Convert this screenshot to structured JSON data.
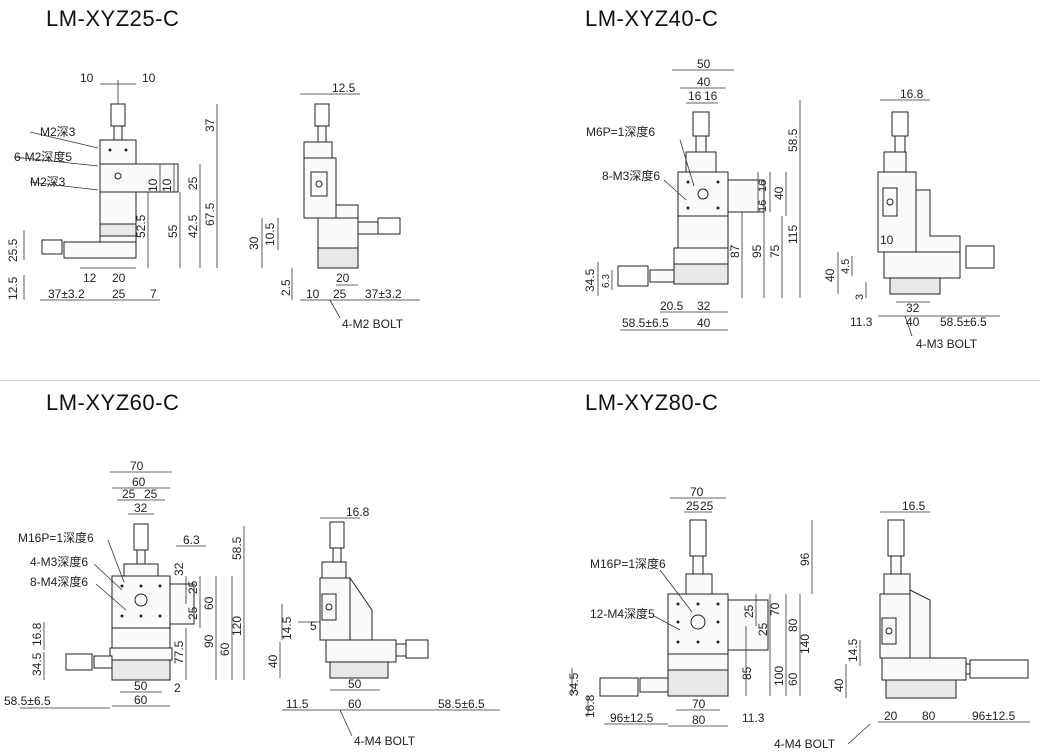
{
  "titles": {
    "tl": "LM-XYZ25-C",
    "tr": "LM-XYZ40-C",
    "bl": "LM-XYZ60-C",
    "br": "LM-XYZ80-C"
  },
  "xyz25": {
    "front": {
      "top": [
        "10",
        "10"
      ],
      "right": [
        "37",
        "10",
        "10",
        "25",
        "52.5",
        "55",
        "42.5",
        "67.5"
      ],
      "left": [
        "25.5",
        "12.5"
      ],
      "bottom": [
        "12",
        "20",
        "37±3.2",
        "25",
        "7"
      ],
      "notes": [
        "M2深3",
        "6-M2深度5",
        "M2深3"
      ]
    },
    "side": {
      "top": "12.5",
      "left": [
        "30",
        "10.5",
        "2.5"
      ],
      "bottom": [
        "20",
        "10",
        "25",
        "37±3.2"
      ],
      "bolt": "4-M2 BOLT"
    }
  },
  "xyz40": {
    "front": {
      "top": [
        "50",
        "40",
        "16",
        "16"
      ],
      "right": [
        "58.5",
        "16",
        "16",
        "40",
        "87",
        "95",
        "75",
        "115"
      ],
      "left": [
        "34.5",
        "6.3"
      ],
      "bottom": [
        "20.5",
        "32",
        "58.5±6.5",
        "40"
      ],
      "notes": [
        "M6P=1深度6",
        "8-M3深度6"
      ]
    },
    "side": {
      "top": "16.8",
      "left": [
        "40",
        "4.5",
        "3"
      ],
      "mid": "10",
      "bottom": [
        "32",
        "11.3",
        "40",
        "58.5±6.5"
      ],
      "bolt": "4-M3 BOLT"
    }
  },
  "xyz60": {
    "front": {
      "top": [
        "70",
        "60",
        "25",
        "25",
        "32"
      ],
      "right": [
        "6.3",
        "58.5",
        "32",
        "25",
        "25",
        "60",
        "120",
        "90",
        "60",
        "77.5"
      ],
      "left": [
        "16.8",
        "34.5"
      ],
      "bottom": [
        "58.5±6.5",
        "50",
        "60",
        "2"
      ],
      "notes": [
        "M16P=1深度6",
        "4-M3深度6",
        "8-M4深度6"
      ]
    },
    "side": {
      "top": "16.8",
      "left": [
        "14.5",
        "5",
        "40"
      ],
      "bottom": [
        "50",
        "11.5",
        "60",
        "58.5±6.5"
      ],
      "bolt": "4-M4 BOLT"
    }
  },
  "xyz80": {
    "front": {
      "top": [
        "70",
        "25",
        "25"
      ],
      "right": [
        "96",
        "25",
        "25",
        "70",
        "80",
        "140",
        "100",
        "60",
        "85"
      ],
      "left": [
        "34.5",
        "16.8"
      ],
      "bottom": [
        "96±12.5",
        "70",
        "80",
        "11.3"
      ],
      "notes": [
        "M16P=1深度6",
        "12-M4深度5"
      ]
    },
    "side": {
      "top": "16.5",
      "left": [
        "14.5",
        "40"
      ],
      "bottom": [
        "20",
        "80",
        "96±12.5"
      ],
      "bolt": "4-M4 BOLT"
    }
  }
}
